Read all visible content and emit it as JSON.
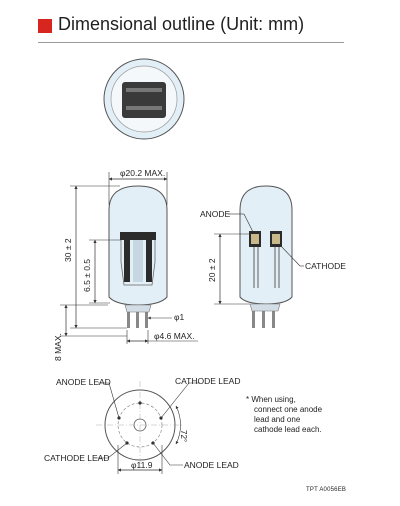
{
  "header": {
    "title": "Dimensional outline (Unit: mm)",
    "accent_color": "#d7261f"
  },
  "dimensions": {
    "body_diameter": "φ20.2 MAX.",
    "total_height": "30 ± 2",
    "inner_height": "6.5 ± 0.5",
    "lead_length": "8 MAX.",
    "lead_diameter": "φ1",
    "base_diameter": "φ4.6 MAX.",
    "side_height": "20 ± 2",
    "pitch_circle": "φ11.9",
    "lead_angle": "72°"
  },
  "labels": {
    "anode": "ANODE",
    "cathode": "CATHODE",
    "anode_lead_top": "ANODE LEAD",
    "cathode_lead_top": "CATHODE LEAD",
    "cathode_lead_bottom": "CATHODE LEAD",
    "anode_lead_bottom": "ANODE LEAD"
  },
  "note": {
    "line1": "* When using,",
    "line2": "connect one anode",
    "line3": "lead and one",
    "line4": "cathode lead each."
  },
  "code": "TPT A0056EB",
  "colors": {
    "glass_fill": "#e3eff7",
    "line": "#333333",
    "electrode": "#2b2b2b"
  }
}
